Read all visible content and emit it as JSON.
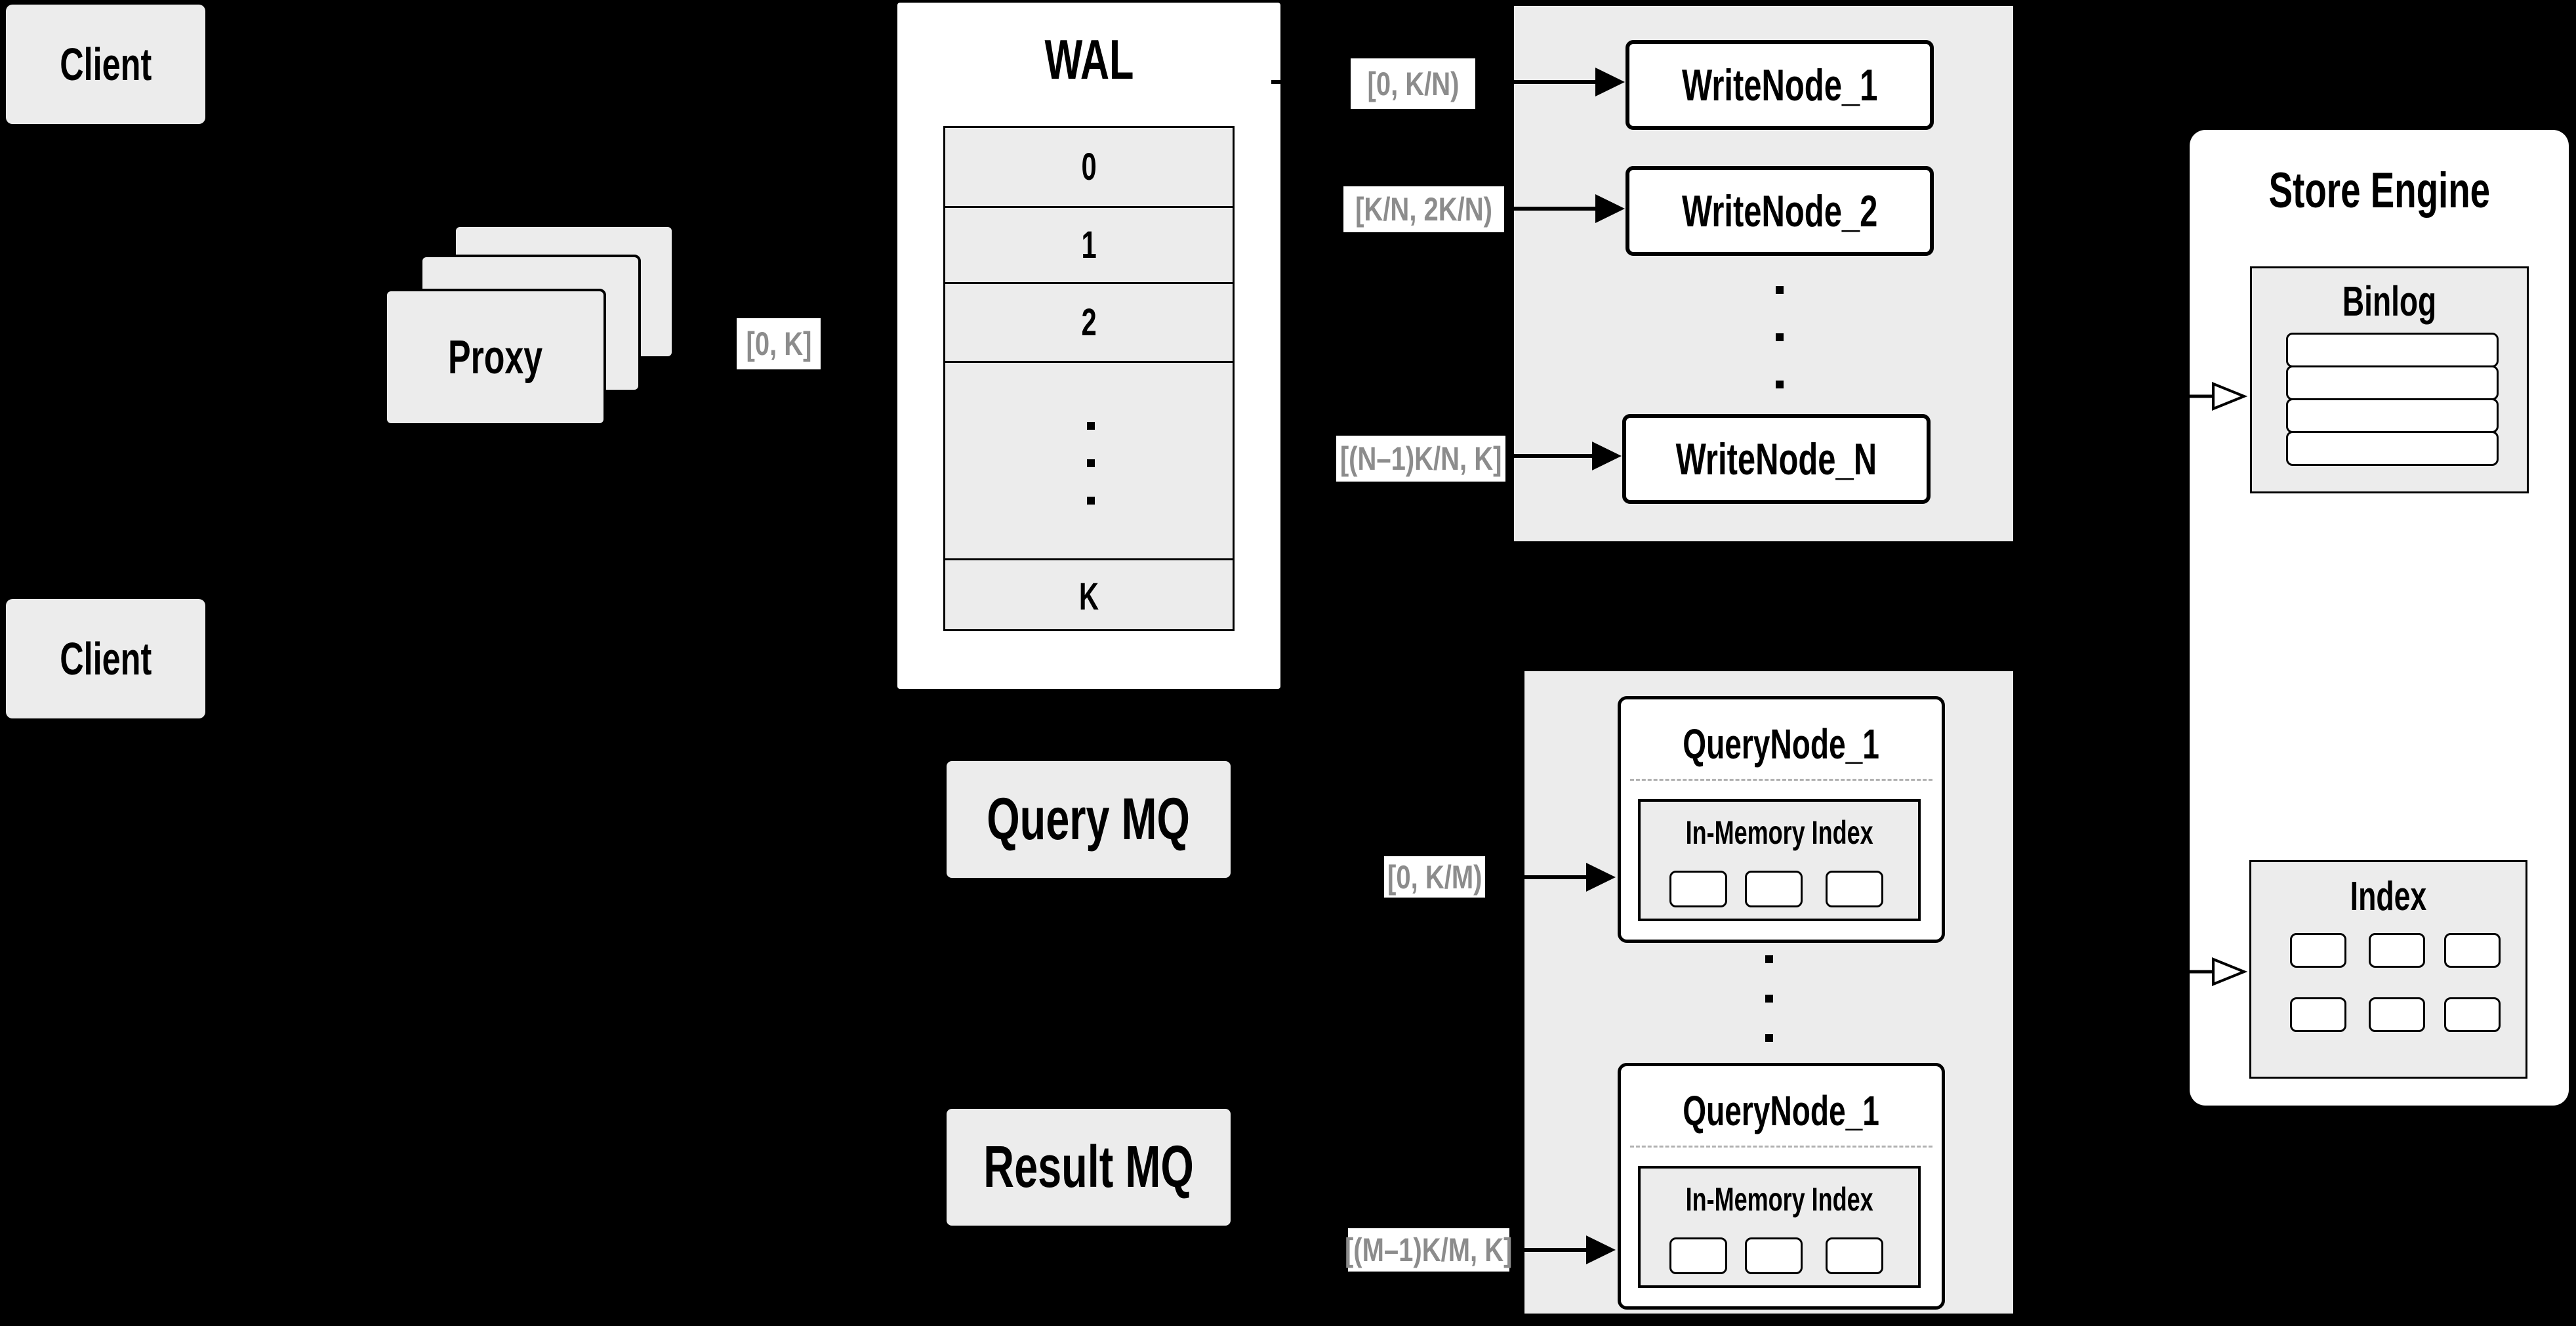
{
  "colors": {
    "background": "#000000",
    "panel_gray": "#ececec",
    "panel_white": "#ffffff",
    "border": "#000000",
    "edge_label_text": "#8c8c8c",
    "dashed_divider": "#b0b0b0"
  },
  "nodes": {
    "client_top": {
      "label": "Client"
    },
    "client_bottom": {
      "label": "Client"
    },
    "proxy": {
      "label": "Proxy"
    },
    "wal": {
      "title": "WAL",
      "rows": [
        "0",
        "1",
        "2"
      ],
      "bottom_row": "K"
    },
    "write_group": {
      "node_1": "WriteNode_1",
      "node_2": "WriteNode_2",
      "node_n": "WriteNode_N"
    },
    "query_mq": {
      "label": "Query MQ"
    },
    "result_mq": {
      "label": "Result MQ"
    },
    "query_group": {
      "node_1": {
        "title": "QueryNode_1",
        "inner_title": "In-Memory Index"
      },
      "node_2": {
        "title": "QueryNode_1",
        "inner_title": "In-Memory Index"
      }
    },
    "store_engine": {
      "title": "Store Engine",
      "binlog_title": "Binlog",
      "index_title": "Index"
    }
  },
  "edge_labels": {
    "proxy_to_wal": "[0, K]",
    "wal_to_writenode_1": "[0, K/N)",
    "wal_to_writenode_2": "[K/N, 2K/N)",
    "wal_to_writenode_n": "[(N–1)K/N, K]",
    "querymq_to_querynode_1": "[0, K/M)",
    "querymq_to_querynode_m": "[(M–1)K/M, K]"
  }
}
